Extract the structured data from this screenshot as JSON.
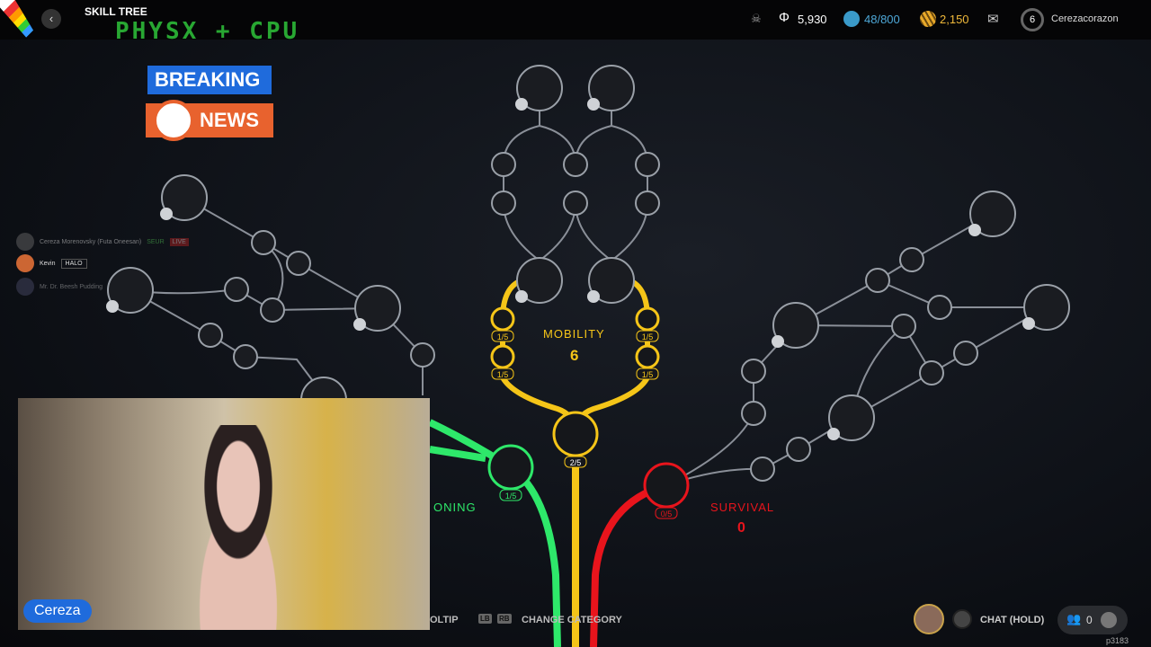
{
  "header": {
    "title": "SKILL TREE",
    "overlay_title": "PHYSX + CPU",
    "currency_1": "5,930",
    "currency_2": "48/800",
    "currency_3": "2,150",
    "level": "6",
    "username": "Cerezacorazon"
  },
  "breaking_news": {
    "line1": "BREAKING",
    "line2": "NEWS"
  },
  "chat_overlay": [
    {
      "name": "Cereza Morenovsky (Futa Oneesan)",
      "badge": "SEUR",
      "tag": "LIVE"
    },
    {
      "name": "Kevin",
      "badge": "HALO"
    },
    {
      "name": "Mr. Dr. Beesh Pudding"
    }
  ],
  "categories": {
    "mobility": {
      "label": "MOBILITY",
      "points": "6"
    },
    "survival": {
      "label": "SURVIVAL",
      "points": "0"
    },
    "conditioning": {
      "label": "ONING"
    }
  },
  "node_progress": {
    "mob_l1": "1/5",
    "mob_l2": "1/5",
    "mob_r1": "1/5",
    "mob_r2": "1/5",
    "center": "2/5",
    "green": "1/5",
    "red": "0/5"
  },
  "footer": {
    "tooltip": "OLTIP",
    "lb": "LB",
    "rb": "RB",
    "change_category": "CHANGE CATEGORY",
    "chat": "CHAT (HOLD)",
    "party_count": "0",
    "build": "p3183"
  },
  "webcam": {
    "name": "Cereza"
  },
  "colors": {
    "mobility": "#f5c518",
    "survival": "#e8141c",
    "conditioning": "#2ee86a"
  }
}
